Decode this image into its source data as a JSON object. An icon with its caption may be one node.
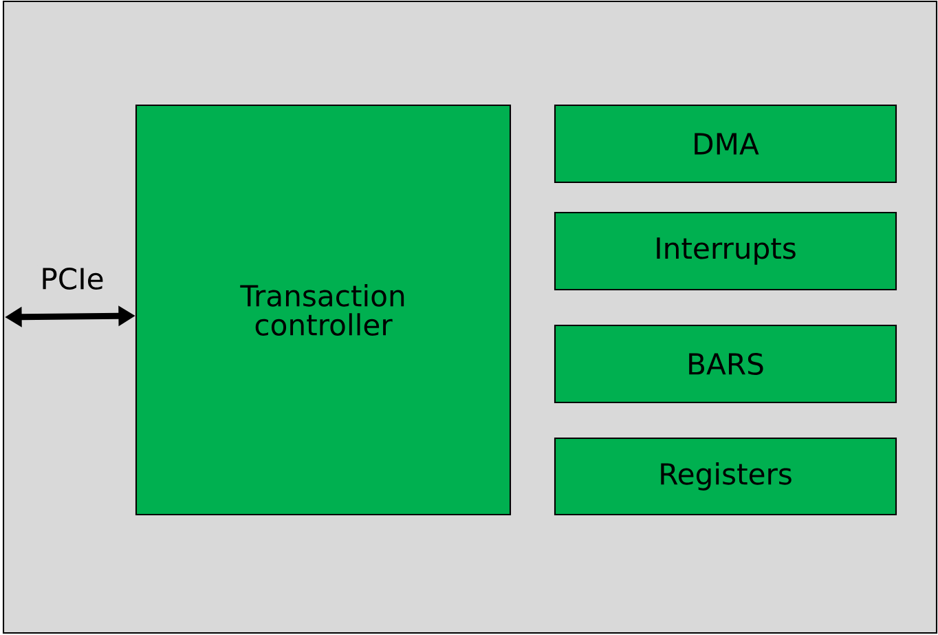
{
  "diagram": {
    "nodes": [
      {
        "text": [],
        "shape": "box"
      },
      {
        "text": [
          "Transaction controller"
        ],
        "in": 0
      },
      {
        "text": [
          "DMA"
        ],
        "in": 0
      },
      {
        "text": [
          "Interrupts"
        ],
        "in": 0
      },
      {
        "text": [
          "BARS"
        ],
        "in": 0
      },
      {
        "text": [
          "Registers"
        ],
        "in": 0
      }
    ],
    "edges": [
      {
        "from": null,
        "to": 1,
        "arrow": "both",
        "label": "PCIe"
      }
    ]
  }
}
